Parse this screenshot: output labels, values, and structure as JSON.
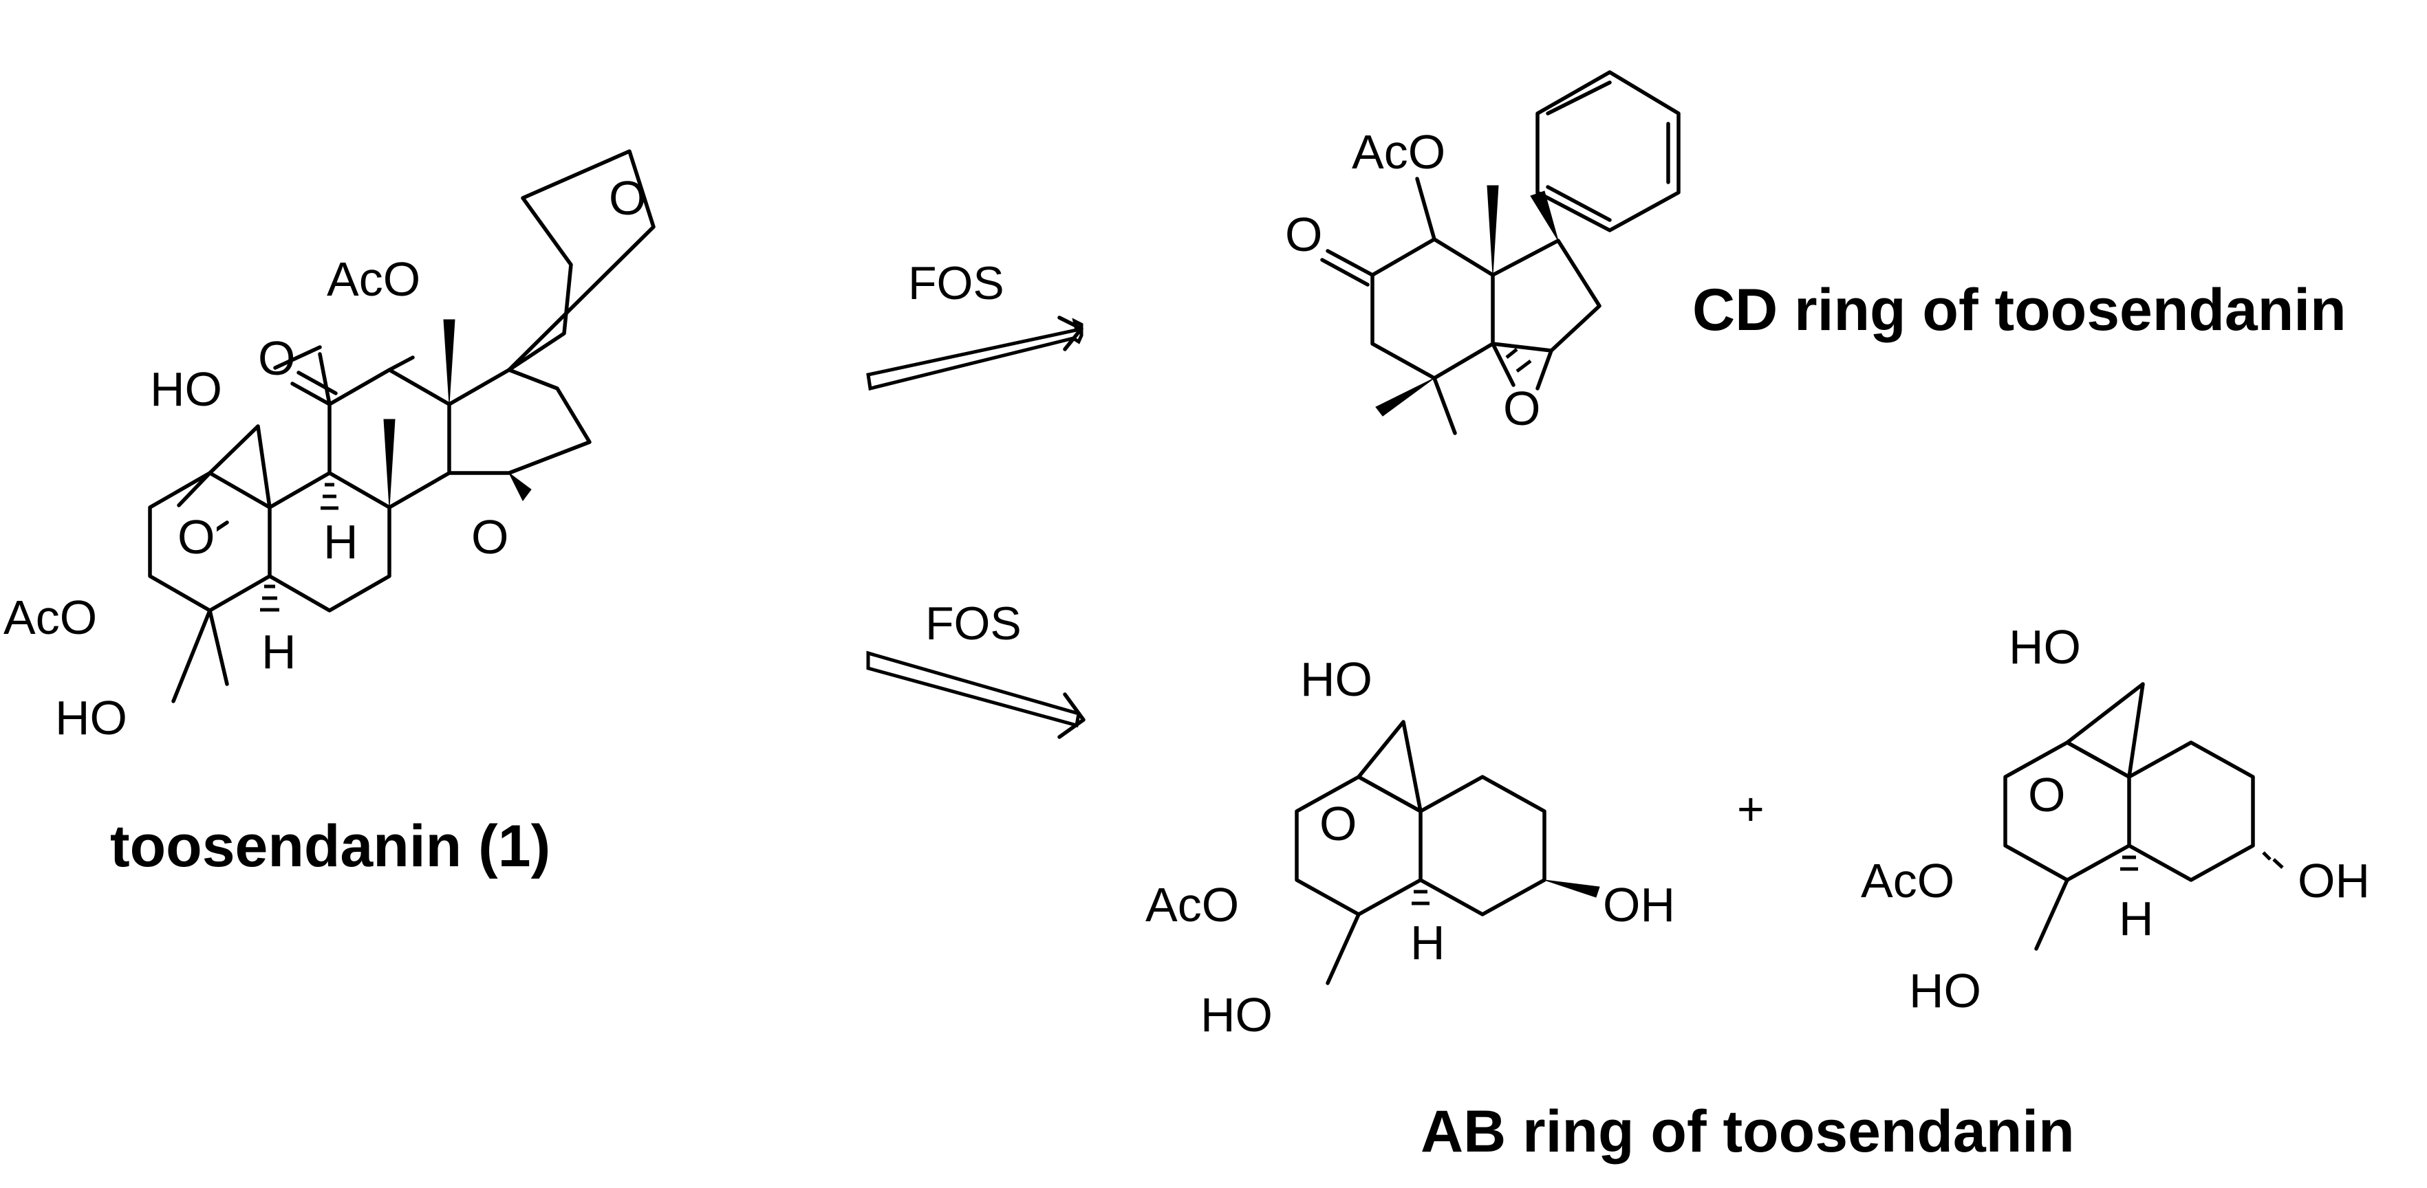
{
  "scheme": {
    "compound_title": "toosendanin (1)",
    "arrow_top_label": "FOS",
    "arrow_bottom_label": "FOS",
    "cd_title": "CD ring of toosendanin",
    "ab_title": "AB ring of toosendanin",
    "plus": "+"
  },
  "labels": {
    "toos_ac_top": "AcO",
    "toos_ketone_o": "O",
    "toos_ho_top": "HO",
    "toos_ether_o": "O",
    "toos_aco_left": "AcO",
    "toos_ho_bottom": "HO",
    "toos_h_9": "H",
    "toos_h_5": "H",
    "toos_epoxide_o": "O",
    "toos_furan_o": "O",
    "cd_aco": "AcO",
    "cd_ketone_o": "O",
    "cd_epoxide_o": "O",
    "ab1_ho_top": "HO",
    "ab1_ether_o": "O",
    "ab1_aco": "AcO",
    "ab1_ho_bottom": "HO",
    "ab1_h": "H",
    "ab1_oh": "OH",
    "ab2_ho_top": "HO",
    "ab2_ether_o": "O",
    "ab2_aco": "AcO",
    "ab2_ho_bottom": "HO",
    "ab2_h": "H",
    "ab2_oh": "OH"
  }
}
